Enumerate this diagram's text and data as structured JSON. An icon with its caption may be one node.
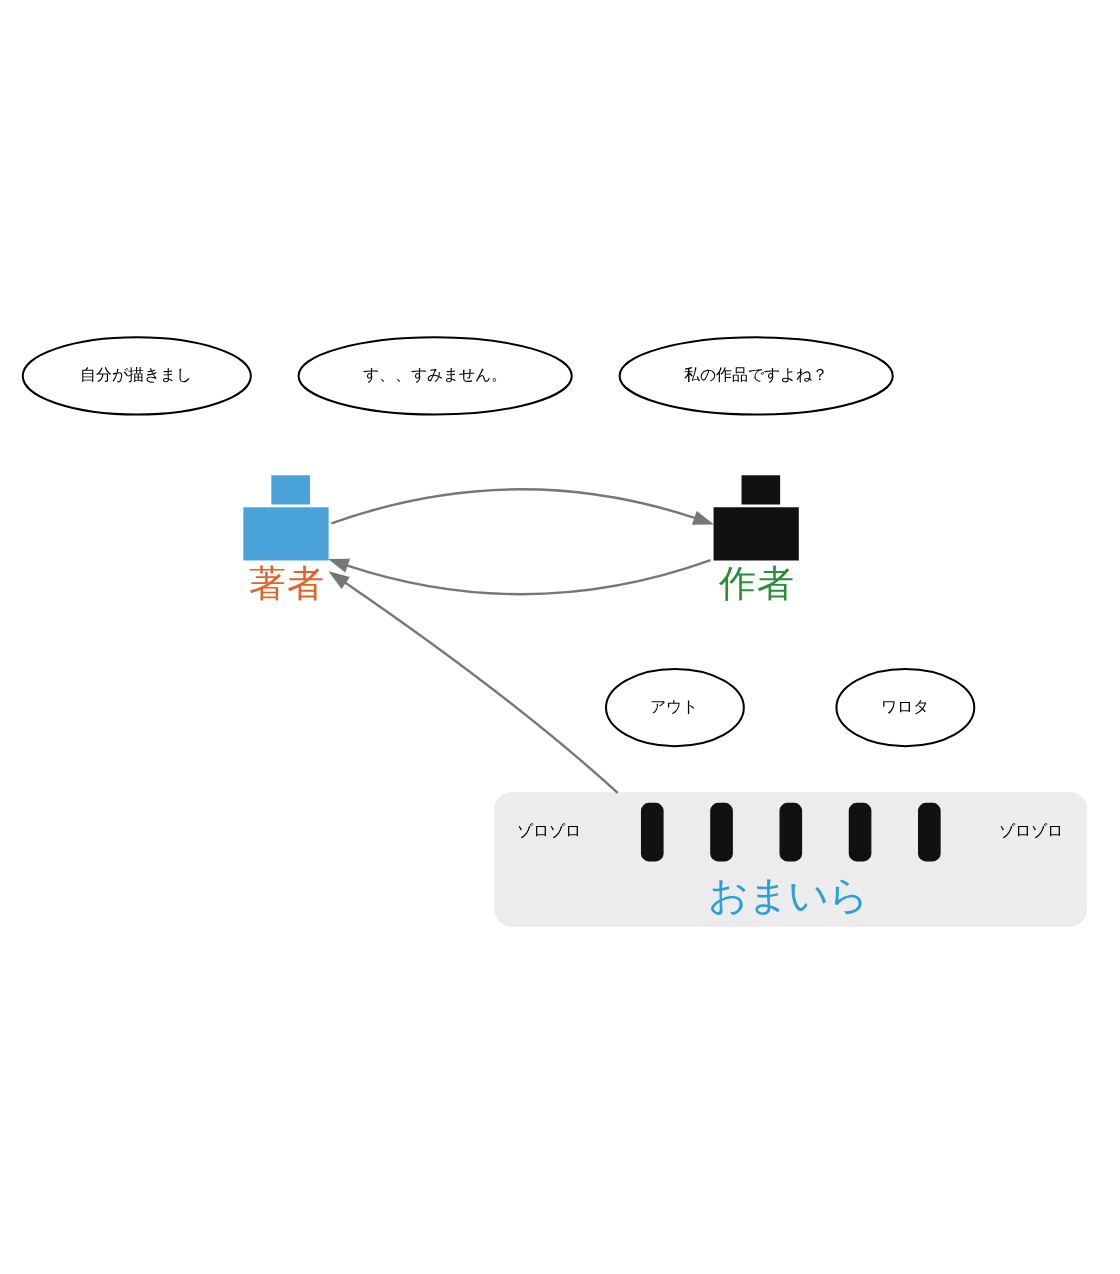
{
  "diagram": {
    "nodes": [
      {
        "text": [
          "自分が描きまし"
        ]
      },
      {
        "text": [
          "す、、すみません。"
        ]
      },
      {
        "text": [
          "私の作品ですよね？"
        ]
      },
      {
        "text": [
          "著者"
        ]
      },
      {
        "text": [
          "作者"
        ]
      },
      {
        "text": [
          "おまいら"
        ]
      },
      {
        "text": [
          "アウト"
        ]
      },
      {
        "text": [
          "ワロタ"
        ]
      },
      {
        "text": [],
        "shape": "person",
        "in": 5
      },
      {
        "text": [],
        "shape": "person",
        "in": 5
      },
      {
        "text": [],
        "shape": "person",
        "in": 5
      },
      {
        "text": [],
        "shape": "person",
        "in": 5
      },
      {
        "text": [],
        "shape": "person",
        "in": 5
      }
    ],
    "edges": [
      {
        "from": 4,
        "to": 3,
        "arrow": "to"
      },
      {
        "from": 3,
        "to": 4,
        "arrow": "to"
      },
      {
        "from": 5,
        "to": 3,
        "arrow": "to"
      }
    ],
    "labels": [
      "ゾロゾロ",
      "ゾロゾロ"
    ]
  }
}
